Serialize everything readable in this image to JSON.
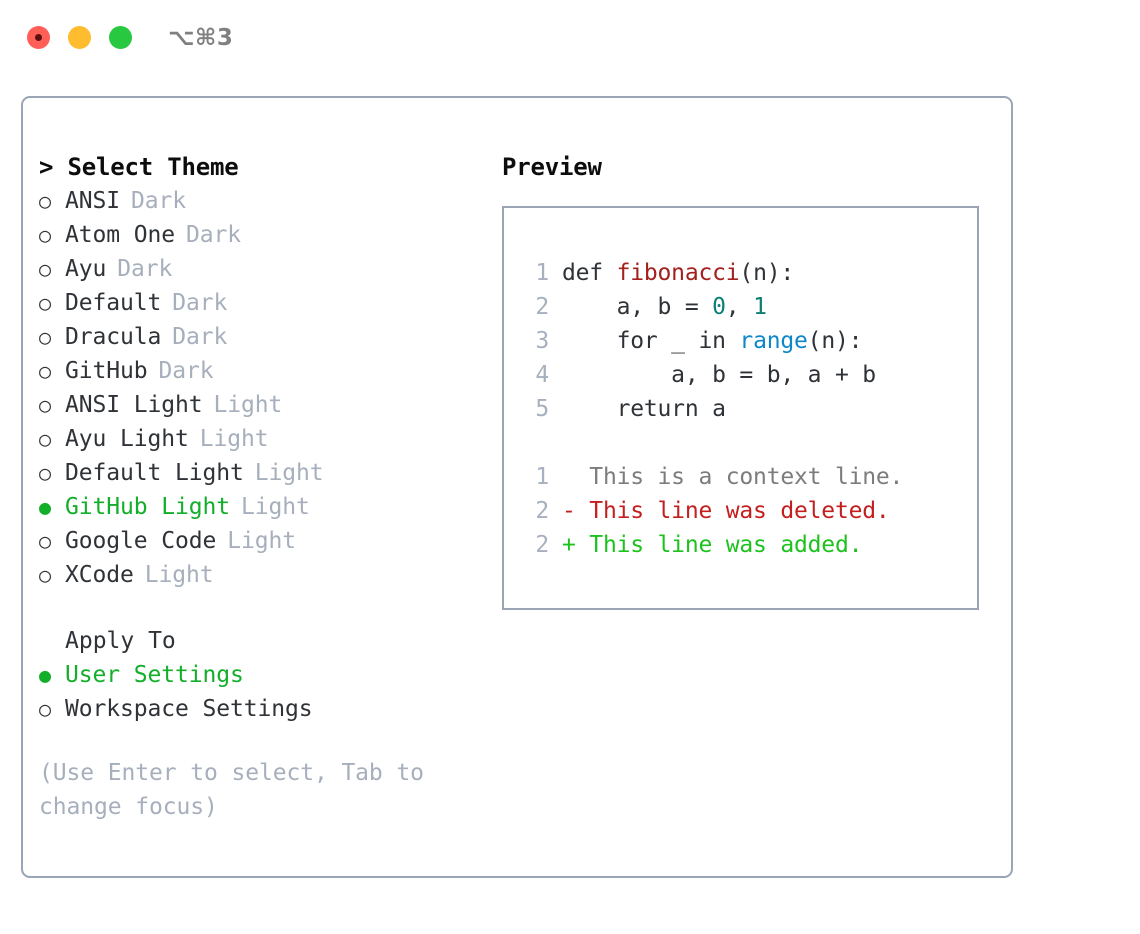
{
  "titlebar": {
    "shortcut": "⌥⌘3",
    "lights": [
      {
        "name": "close",
        "color": "#ff5f57"
      },
      {
        "name": "minimize",
        "color": "#febc2e"
      },
      {
        "name": "maximize",
        "color": "#28c840"
      }
    ]
  },
  "colors": {
    "selected": "#13ae2a",
    "muted": "#a7afbd",
    "border": "#9aa5b5",
    "text": "#2f3337",
    "diff_add": "#1ec21e",
    "diff_del": "#c31f1f",
    "diff_ctx": "#7c7c7c",
    "tok_fn": "#a3201c",
    "tok_num": "#0d7e76",
    "tok_call": "#0e86c9"
  },
  "theme_list": {
    "caret": ">",
    "title": "Select Theme",
    "marker_unselected": "○",
    "marker_selected": "●",
    "items": [
      {
        "name": "ANSI",
        "variant": "Dark",
        "selected": false
      },
      {
        "name": "Atom One",
        "variant": "Dark",
        "selected": false
      },
      {
        "name": "Ayu",
        "variant": "Dark",
        "selected": false
      },
      {
        "name": "Default",
        "variant": "Dark",
        "selected": false
      },
      {
        "name": "Dracula",
        "variant": "Dark",
        "selected": false
      },
      {
        "name": "GitHub",
        "variant": "Dark",
        "selected": false
      },
      {
        "name": "ANSI Light",
        "variant": "Light",
        "selected": false
      },
      {
        "name": "Ayu Light",
        "variant": "Light",
        "selected": false
      },
      {
        "name": "Default Light",
        "variant": "Light",
        "selected": false
      },
      {
        "name": "GitHub Light",
        "variant": "Light",
        "selected": true
      },
      {
        "name": "Google Code",
        "variant": "Light",
        "selected": false
      },
      {
        "name": "XCode",
        "variant": "Light",
        "selected": false
      }
    ]
  },
  "apply_to": {
    "title": "Apply To",
    "items": [
      {
        "name": "User Settings",
        "selected": true
      },
      {
        "name": "Workspace Settings",
        "selected": false
      }
    ]
  },
  "hint": "(Use Enter to select, Tab to change focus)",
  "preview": {
    "title": "Preview",
    "code_lines": [
      {
        "lineno": "1",
        "tokens": [
          {
            "text": "def ",
            "type": "plain"
          },
          {
            "text": "fibonacci",
            "type": "fn"
          },
          {
            "text": "(n):",
            "type": "plain"
          }
        ]
      },
      {
        "lineno": "2",
        "tokens": [
          {
            "text": "    a, b = ",
            "type": "plain"
          },
          {
            "text": "0",
            "type": "num"
          },
          {
            "text": ", ",
            "type": "plain"
          },
          {
            "text": "1",
            "type": "num"
          }
        ]
      },
      {
        "lineno": "3",
        "tokens": [
          {
            "text": "    for _ in ",
            "type": "plain"
          },
          {
            "text": "range",
            "type": "call"
          },
          {
            "text": "(n):",
            "type": "plain"
          }
        ]
      },
      {
        "lineno": "4",
        "tokens": [
          {
            "text": "        a, b = b, a + b",
            "type": "plain"
          }
        ]
      },
      {
        "lineno": "5",
        "tokens": [
          {
            "text": "    return a",
            "type": "plain"
          }
        ]
      }
    ],
    "diff_lines": [
      {
        "lineno": "1",
        "text": "  This is a context line.",
        "kind": "ctx"
      },
      {
        "lineno": "2",
        "text": "- This line was deleted.",
        "kind": "del"
      },
      {
        "lineno": "2",
        "text": "+ This line was added.",
        "kind": "add"
      }
    ]
  }
}
